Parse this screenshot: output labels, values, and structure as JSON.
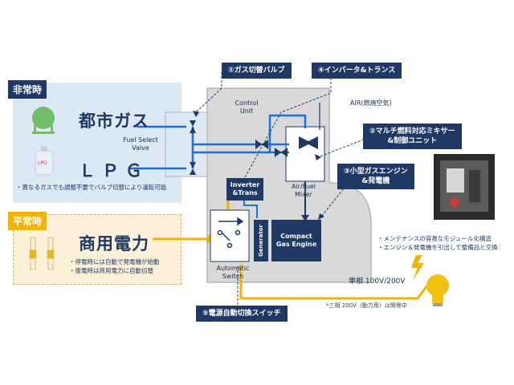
{
  "sections": {
    "emergency": "非常時",
    "normal": "平常時"
  },
  "fuels": {
    "city_gas": "都市ガス",
    "lpg": "ＬＰＧ",
    "lpg_tank_label": "LPG",
    "note": "・異なるガスでも調整不要でバルブ切替により運転可能"
  },
  "power": {
    "commercial": "商用電力",
    "notes": [
      "・停電時には自動で発電機が始動",
      "・復電時は商用電力に自動切替"
    ]
  },
  "components": {
    "fuel_select_valve": "Fuel Select\nValve",
    "control_unit": "Control\nUnit",
    "inverter": "Inverter\n&Trans",
    "air_fuel_mixer": "Air/Fuel\nMixer",
    "generator": "Generator",
    "gas_engine": "Compact\nGas Engine",
    "automatic_switch": "Automatic\nSwitch",
    "air_label": "AIR(燃焼空気)"
  },
  "callouts": {
    "c1": "①ガス切替バルブ",
    "c2": "②マルチ燃料対応ミキサー\n&制御ユニット",
    "c3": "③小型ガスエンジン\n&発電機",
    "c4": "④インバータ&トランス",
    "c5": "⑤電源自動切換スイッチ"
  },
  "output": {
    "single_phase": "単相 100V/200V",
    "three_phase_note": "*三相 200V（動力用）は開発中",
    "features": [
      "・メンテナンスの容易なモジュール化構造",
      "・エンジン＆発電機を引出して整備品と交換"
    ]
  },
  "colors": {
    "navy": "#1f3864",
    "gas_line": "#1e6fd9",
    "power_line": "#f2b400",
    "housing": "#d9d9d9",
    "emergency_bg": "#dde8f5",
    "normal_bg": "#fbf1d8"
  }
}
